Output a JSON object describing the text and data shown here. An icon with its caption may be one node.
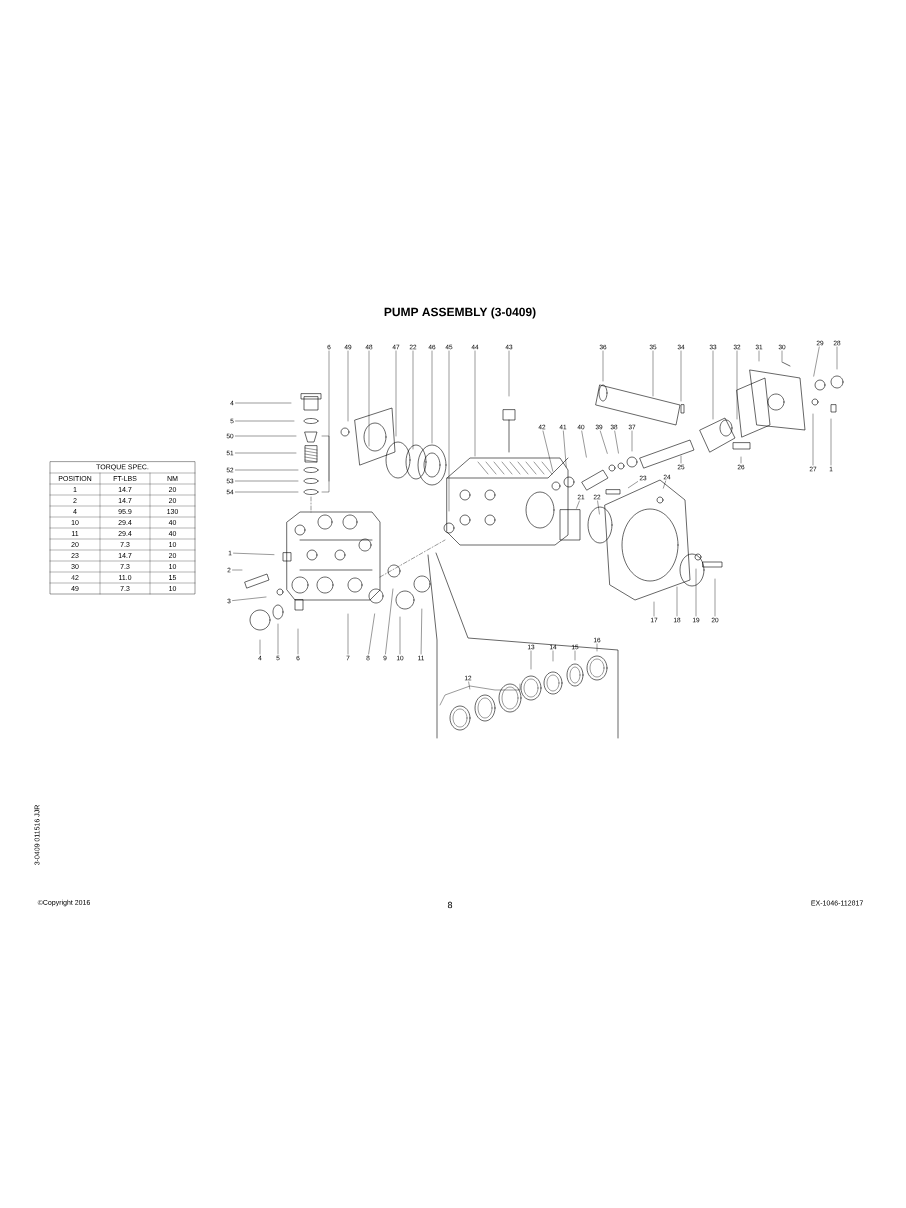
{
  "diagram": {
    "title": "PUMP ASSEMBLY (3-0409)",
    "nodes": [
      {
        "text": [
          "6"
        ]
      },
      {
        "text": [
          "49"
        ]
      },
      {
        "text": [
          "48"
        ]
      },
      {
        "text": [
          "47"
        ]
      },
      {
        "text": [
          "22"
        ]
      },
      {
        "text": [
          "46"
        ]
      },
      {
        "text": [
          "45"
        ]
      },
      {
        "text": [
          "44"
        ]
      },
      {
        "text": [
          "43"
        ]
      },
      {
        "text": [
          "36"
        ]
      },
      {
        "text": [
          "35"
        ]
      },
      {
        "text": [
          "34"
        ]
      },
      {
        "text": [
          "33"
        ]
      },
      {
        "text": [
          "32"
        ]
      },
      {
        "text": [
          "31"
        ]
      },
      {
        "text": [
          "30"
        ]
      },
      {
        "text": [
          "29"
        ]
      },
      {
        "text": [
          "28"
        ]
      },
      {
        "text": [
          "4"
        ]
      },
      {
        "text": [
          "5"
        ]
      },
      {
        "text": [
          "50"
        ]
      },
      {
        "text": [
          "51"
        ]
      },
      {
        "text": [
          "52"
        ]
      },
      {
        "text": [
          "53"
        ]
      },
      {
        "text": [
          "54"
        ]
      },
      {
        "text": [
          "42"
        ]
      },
      {
        "text": [
          "41"
        ]
      },
      {
        "text": [
          "40"
        ]
      },
      {
        "text": [
          "39"
        ]
      },
      {
        "text": [
          "38"
        ]
      },
      {
        "text": [
          "37"
        ]
      },
      {
        "text": [
          "25"
        ]
      },
      {
        "text": [
          "26"
        ]
      },
      {
        "text": [
          "27"
        ]
      },
      {
        "text": [
          "1"
        ]
      },
      {
        "text": [
          "23"
        ]
      },
      {
        "text": [
          "24"
        ]
      },
      {
        "text": [
          "21"
        ]
      },
      {
        "text": [
          "22"
        ]
      },
      {
        "text": [
          "1"
        ]
      },
      {
        "text": [
          "2"
        ]
      },
      {
        "text": [
          "3"
        ]
      },
      {
        "text": [
          "4"
        ]
      },
      {
        "text": [
          "5"
        ]
      },
      {
        "text": [
          "6"
        ]
      },
      {
        "text": [
          "7"
        ]
      },
      {
        "text": [
          "8"
        ]
      },
      {
        "text": [
          "9"
        ]
      },
      {
        "text": [
          "10"
        ]
      },
      {
        "text": [
          "11"
        ]
      },
      {
        "text": [
          "17"
        ]
      },
      {
        "text": [
          "18"
        ]
      },
      {
        "text": [
          "19"
        ]
      },
      {
        "text": [
          "20"
        ]
      },
      {
        "text": [
          "12"
        ]
      },
      {
        "text": [
          "13"
        ]
      },
      {
        "text": [
          "14"
        ]
      },
      {
        "text": [
          "15"
        ]
      },
      {
        "text": [
          "16"
        ]
      }
    ],
    "edges": [
      {
        "from": 0,
        "to": null,
        "arrow": "none"
      },
      {
        "from": 1,
        "to": null,
        "arrow": "none"
      },
      {
        "from": 2,
        "to": null,
        "arrow": "none"
      },
      {
        "from": 3,
        "to": null,
        "arrow": "none"
      },
      {
        "from": 4,
        "to": null,
        "arrow": "none"
      },
      {
        "from": 5,
        "to": null,
        "arrow": "none"
      },
      {
        "from": 6,
        "to": null,
        "arrow": "none"
      },
      {
        "from": 7,
        "to": null,
        "arrow": "none"
      },
      {
        "from": 8,
        "to": null,
        "arrow": "none"
      },
      {
        "from": 9,
        "to": null,
        "arrow": "none"
      },
      {
        "from": 10,
        "to": null,
        "arrow": "none"
      },
      {
        "from": 11,
        "to": null,
        "arrow": "none"
      },
      {
        "from": 12,
        "to": null,
        "arrow": "none"
      },
      {
        "from": 13,
        "to": null,
        "arrow": "none"
      },
      {
        "from": 14,
        "to": null,
        "arrow": "none"
      },
      {
        "from": 15,
        "to": null,
        "arrow": "none"
      },
      {
        "from": 16,
        "to": null,
        "arrow": "none"
      },
      {
        "from": 17,
        "to": null,
        "arrow": "none"
      },
      {
        "from": 18,
        "to": null,
        "arrow": "none"
      },
      {
        "from": 19,
        "to": null,
        "arrow": "none"
      },
      {
        "from": 20,
        "to": null,
        "arrow": "none"
      },
      {
        "from": 21,
        "to": null,
        "arrow": "none"
      },
      {
        "from": 22,
        "to": null,
        "arrow": "none"
      },
      {
        "from": 23,
        "to": null,
        "arrow": "none"
      },
      {
        "from": 24,
        "to": null,
        "arrow": "none"
      },
      {
        "from": 25,
        "to": null,
        "arrow": "none"
      },
      {
        "from": 26,
        "to": null,
        "arrow": "none"
      },
      {
        "from": 27,
        "to": null,
        "arrow": "none"
      },
      {
        "from": 28,
        "to": null,
        "arrow": "none"
      },
      {
        "from": 29,
        "to": null,
        "arrow": "none"
      },
      {
        "from": 30,
        "to": null,
        "arrow": "none"
      },
      {
        "from": 31,
        "to": null,
        "arrow": "none"
      },
      {
        "from": 32,
        "to": null,
        "arrow": "none"
      },
      {
        "from": 33,
        "to": null,
        "arrow": "none"
      },
      {
        "from": 34,
        "to": null,
        "arrow": "none"
      },
      {
        "from": 35,
        "to": null,
        "arrow": "none"
      },
      {
        "from": 36,
        "to": null,
        "arrow": "none"
      },
      {
        "from": 37,
        "to": null,
        "arrow": "none"
      },
      {
        "from": 38,
        "to": null,
        "arrow": "none"
      },
      {
        "from": 39,
        "to": null,
        "arrow": "none"
      },
      {
        "from": 40,
        "to": null,
        "arrow": "none"
      },
      {
        "from": 41,
        "to": null,
        "arrow": "none"
      },
      {
        "from": 42,
        "to": null,
        "arrow": "none"
      },
      {
        "from": 43,
        "to": null,
        "arrow": "none"
      },
      {
        "from": 44,
        "to": null,
        "arrow": "none"
      },
      {
        "from": 45,
        "to": null,
        "arrow": "none"
      },
      {
        "from": 46,
        "to": null,
        "arrow": "none"
      },
      {
        "from": 47,
        "to": null,
        "arrow": "none"
      },
      {
        "from": 48,
        "to": null,
        "arrow": "none"
      },
      {
        "from": 49,
        "to": null,
        "arrow": "none"
      },
      {
        "from": 50,
        "to": null,
        "arrow": "none"
      },
      {
        "from": 51,
        "to": null,
        "arrow": "none"
      },
      {
        "from": 52,
        "to": null,
        "arrow": "none"
      },
      {
        "from": 53,
        "to": null,
        "arrow": "none"
      },
      {
        "from": 54,
        "to": null,
        "arrow": "none"
      },
      {
        "from": 55,
        "to": null,
        "arrow": "none"
      },
      {
        "from": 56,
        "to": null,
        "arrow": "none"
      },
      {
        "from": 57,
        "to": null,
        "arrow": "none"
      },
      {
        "from": 58,
        "to": null,
        "arrow": "none"
      }
    ],
    "labels": [
      "TORQUE SPEC.",
      "POSITION",
      "FT-LBS",
      "NM",
      "1",
      "14.7",
      "20",
      "2",
      "14.7",
      "20",
      "4",
      "95.9",
      "130",
      "10",
      "29.4",
      "40",
      "11",
      "29.4",
      "40",
      "20",
      "7.3",
      "10",
      "23",
      "14.7",
      "20",
      "30",
      "7.3",
      "10",
      "42",
      "11.0",
      "15",
      "49",
      "7.3",
      "10",
      "3-0409 011516 JJR",
      "©Copyright 2016",
      "8",
      "EX-1046-112817"
    ]
  }
}
